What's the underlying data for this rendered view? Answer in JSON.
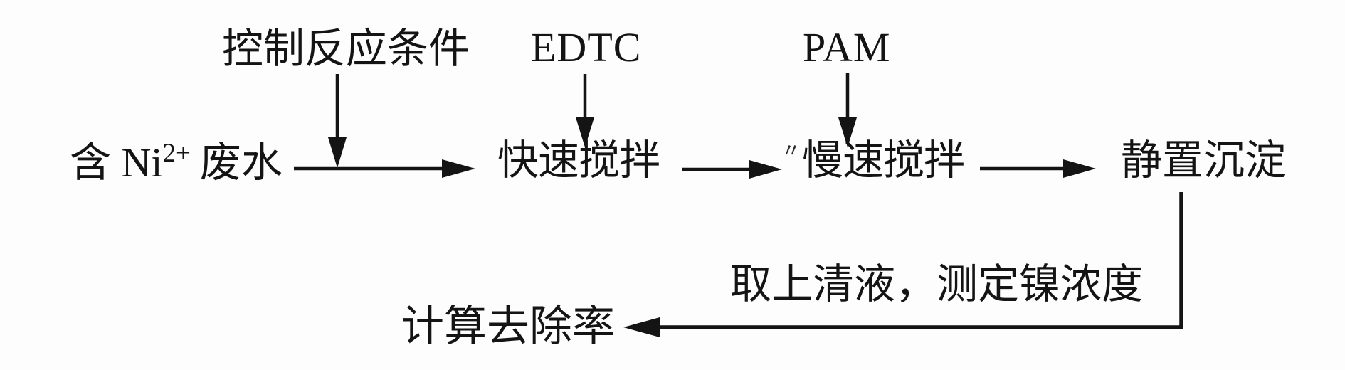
{
  "colors": {
    "ink": "#141414",
    "background": "#fdfdfd"
  },
  "flow": {
    "source": {
      "text_before_sup": "含 Ni",
      "superscript": "2+",
      "text_after_sup": "废水"
    },
    "step_rapid_stir": "快速搅拌",
    "step_slow_stir": "慢速搅拌",
    "step_settling": "静置沉淀",
    "result": "计算去除率"
  },
  "annotations": {
    "condition": "控制反应条件",
    "reagent_edtc": "EDTC",
    "reagent_pam": "PAM",
    "feedback_label": "取上清液，测定镍浓度",
    "artifact_mark": "〃"
  }
}
